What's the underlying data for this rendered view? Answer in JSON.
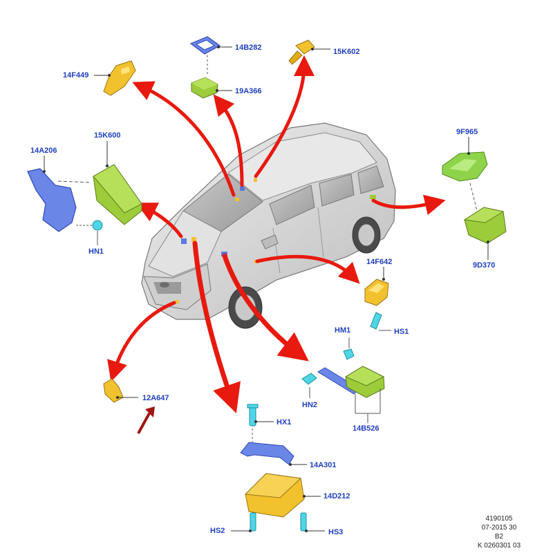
{
  "diagram": {
    "parts": [
      {
        "id": "14B282",
        "label": "14B282",
        "color": "blue"
      },
      {
        "id": "15K602",
        "label": "15K602",
        "color": "yellow"
      },
      {
        "id": "14F449",
        "label": "14F449",
        "color": "yellow"
      },
      {
        "id": "19A366",
        "label": "19A366",
        "color": "green"
      },
      {
        "id": "15K600",
        "label": "15K600",
        "color": "green"
      },
      {
        "id": "14A206",
        "label": "14A206",
        "color": "blue"
      },
      {
        "id": "HN1",
        "label": "HN1",
        "color": "cyan"
      },
      {
        "id": "9F965",
        "label": "9F965",
        "color": "green"
      },
      {
        "id": "9D370",
        "label": "9D370",
        "color": "green"
      },
      {
        "id": "14F642",
        "label": "14F642",
        "color": "yellow"
      },
      {
        "id": "HS1",
        "label": "HS1",
        "color": "cyan"
      },
      {
        "id": "HM1",
        "label": "HM1",
        "color": "cyan"
      },
      {
        "id": "HN2",
        "label": "HN2",
        "color": "cyan"
      },
      {
        "id": "14B526",
        "label": "14B526",
        "color": "green"
      },
      {
        "id": "12A647",
        "label": "12A647",
        "color": "yellow"
      },
      {
        "id": "HX1",
        "label": "HX1",
        "color": "cyan"
      },
      {
        "id": "14A301",
        "label": "14A301",
        "color": "blue"
      },
      {
        "id": "14D212",
        "label": "14D212",
        "color": "yellow"
      },
      {
        "id": "HS2",
        "label": "HS2",
        "color": "cyan"
      },
      {
        "id": "HS3",
        "label": "HS3",
        "color": "cyan"
      }
    ]
  },
  "footer": {
    "line1": "4190105",
    "line2": "07-2015 30",
    "line3": "B2",
    "line4": "K 0260301 03"
  },
  "colors": {
    "label": "#1f3fbf",
    "arrow": "#e8190e",
    "yellow_part": "#f2c12e",
    "green_part": "#9ccc3a",
    "blue_part": "#5b78e0",
    "cyan_part": "#4fd6e6",
    "car_body": "#d9d9d9"
  }
}
